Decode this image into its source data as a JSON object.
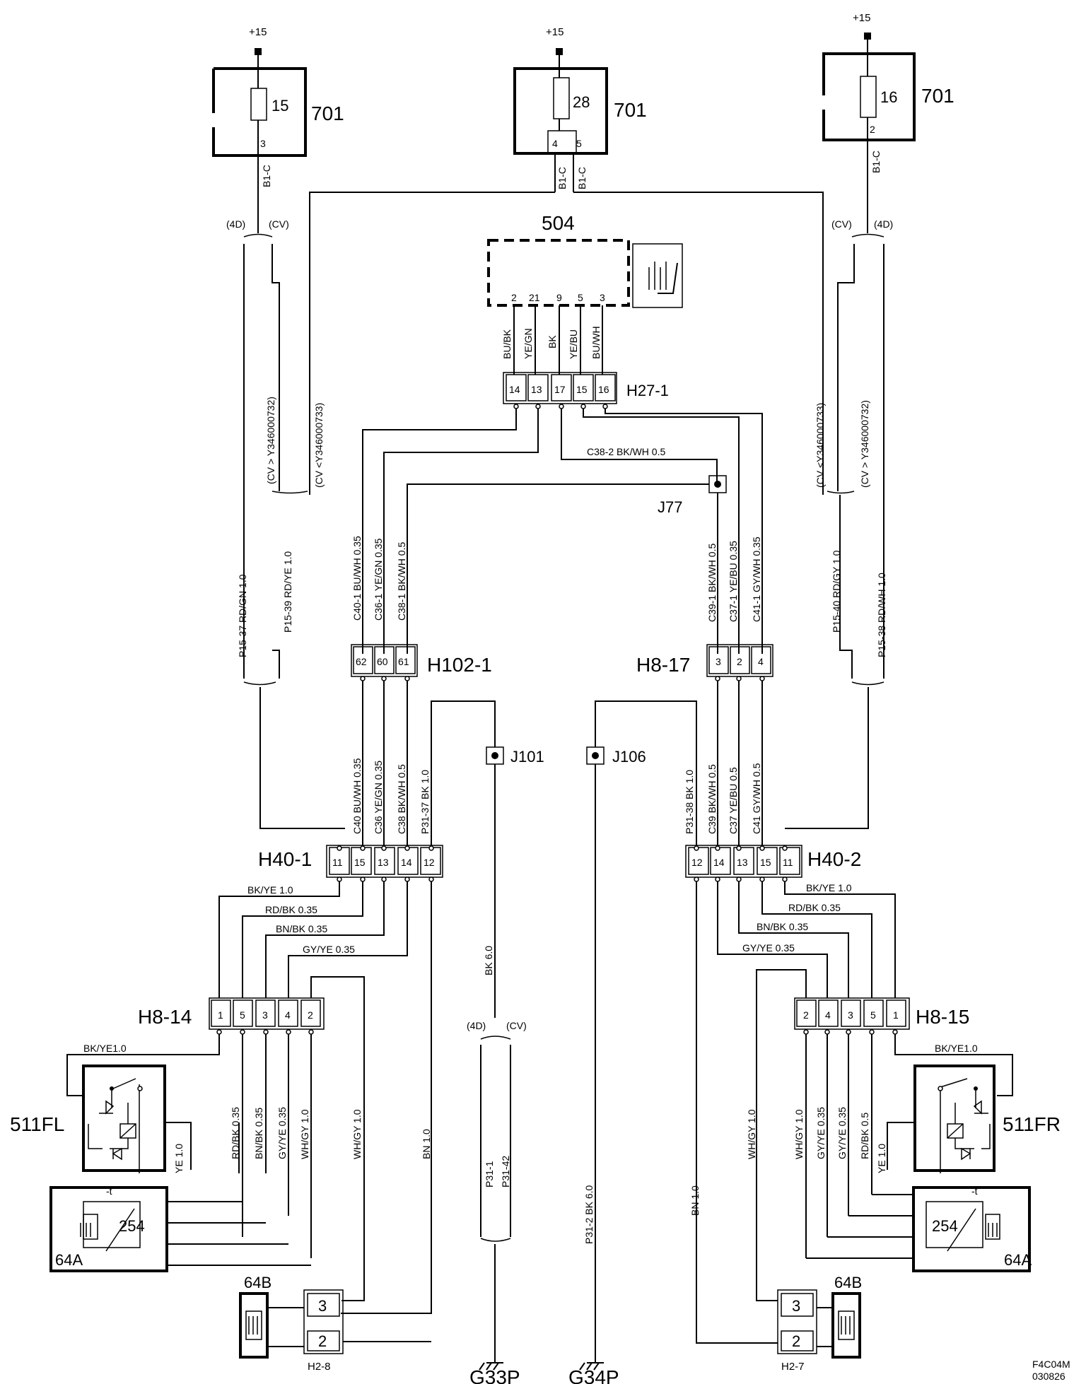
{
  "fuses": {
    "left": {
      "supply": "+15",
      "number": "15",
      "block": "701",
      "pin": "3",
      "cable": "B1-C"
    },
    "mid": {
      "supply": "+15",
      "number": "28",
      "block": "701",
      "pin_a": "4",
      "pin_b": "5",
      "cable_a": "B1-C",
      "cable_b": "B1-C"
    },
    "right": {
      "supply": "+15",
      "number": "16",
      "block": "701",
      "pin": "2",
      "cable": "B1-C"
    }
  },
  "variant": {
    "d4": "(4D)",
    "cv": "(CV)"
  },
  "module504": {
    "id": "504",
    "pins": [
      "2",
      "21",
      "9",
      "5",
      "3"
    ],
    "wires": [
      "BU/BK",
      "YE/GN",
      "BK",
      "YE/BU",
      "BU/WH"
    ]
  },
  "h27": {
    "id": "H27-1",
    "pins": [
      "14",
      "13",
      "17",
      "15",
      "16"
    ]
  },
  "j77": {
    "id": "J77",
    "wire": "C38-2  BK/WH 0.5"
  },
  "left_variant_wires": {
    "a": "(CV > Y346000732)",
    "b": "(CV <Y346000733)",
    "p1": "P15-37 RD/GN 1.0",
    "p2": "P15-39 RD/YE 1.0"
  },
  "right_variant_wires": {
    "a": "(CV <Y346000733)",
    "b": "(CV > Y346000732)",
    "p1": "P15-40 RD/GY 1.0",
    "p2": "P15-38 RD/WH 1.0"
  },
  "h102": {
    "id": "H102-1",
    "pins": [
      "62",
      "60",
      "61"
    ],
    "upper": [
      "C40-1  BU/WH  0.35",
      "C36-1  YE/GN  0.35",
      "C38-1  BK/WH  0.5"
    ],
    "lower": [
      "C40  BU/WH 0.35",
      "C36  YE/GN 0.35",
      "C38  BK/WH 0.5",
      "P31-37  BK  1.0"
    ]
  },
  "h817": {
    "id": "H8-17",
    "pins": [
      "3",
      "2",
      "4"
    ],
    "upper": [
      "C39-1  BK/WH  0.5",
      "C37-1  YE/BU  0.35",
      "C41-1  GY/WH  0.35"
    ],
    "lower": [
      "P31-38  BK  1.0",
      "C39 BK/WH 0.5",
      "C37  YE/BU  0.5",
      "C41  GY/WH 0.5"
    ]
  },
  "j101": {
    "id": "J101"
  },
  "j106": {
    "id": "J106"
  },
  "h401": {
    "id": "H40-1",
    "pins": [
      "11",
      "15",
      "13",
      "14",
      "12"
    ]
  },
  "h402": {
    "id": "H40-2",
    "pins": [
      "12",
      "14",
      "13",
      "15",
      "11"
    ]
  },
  "left_bus": [
    "BK/YE  1.0",
    "RD/BK  0.35",
    "BN/BK  0.35",
    "GY/YE  0.35"
  ],
  "right_bus": [
    "BK/YE 1.0",
    "RD/BK  0.35",
    "BN/BK  0.35",
    "GY/YE  0.35"
  ],
  "h814": {
    "id": "H8-14",
    "pins": [
      "1",
      "5",
      "3",
      "4",
      "2"
    ],
    "down": [
      "RD/BK 0.35",
      "BN/BK 0.35",
      "GY/YE 0.35",
      "WH/GY 1.0",
      "WH/GY 1.0",
      "BN  1.0"
    ],
    "bkye": "BK/YE1.0",
    "ye": "YE  1.0"
  },
  "h815": {
    "id": "H8-15",
    "pins": [
      "2",
      "4",
      "3",
      "5",
      "1"
    ],
    "down": [
      "BN  1.0",
      "WH/GY  1.0",
      "WH/GY  1.0",
      "GY/YE  0.35",
      "GY/YE  0.35",
      "RD/BK  0.5"
    ],
    "bkye": "BK/YE1.0",
    "ye": "YE  1.0"
  },
  "ground_mid": {
    "wire": "BK  6.0",
    "d4": "(4D)",
    "cv": "(CV)",
    "p1": "P31-1",
    "p2": "P31-42",
    "right_wire": "P31-2  BK  6.0"
  },
  "components": {
    "switch_l": "511FL",
    "switch_r": "511FR",
    "heater_l": "64A",
    "heater_r": "64A",
    "sensor": "254",
    "temp": "-t",
    "seat_l": "64B",
    "seat_r": "64B"
  },
  "h28": {
    "id": "H2-8",
    "pins": [
      "3",
      "2"
    ]
  },
  "h27b": {
    "id": "H2-7",
    "pins": [
      "3",
      "2"
    ]
  },
  "grounds": {
    "left": "G33P",
    "right": "G34P"
  },
  "figure": {
    "code": "F4C04M",
    "date": "030826"
  }
}
